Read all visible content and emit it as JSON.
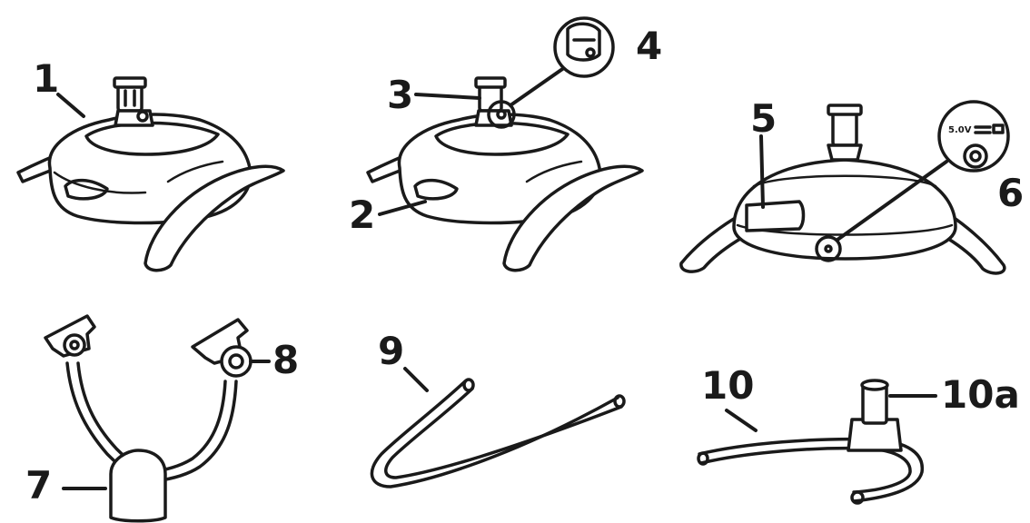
{
  "labels": {
    "l1": "1",
    "l2": "2",
    "l3": "3",
    "l4": "4",
    "l5": "5",
    "l6": "6",
    "l7": "7",
    "l8": "8",
    "l9": "9",
    "l10": "10",
    "l10a": "10a"
  },
  "port_marking": "5.0V",
  "colors": {
    "ink": "#1a1a1a",
    "background": "#ffffff"
  }
}
